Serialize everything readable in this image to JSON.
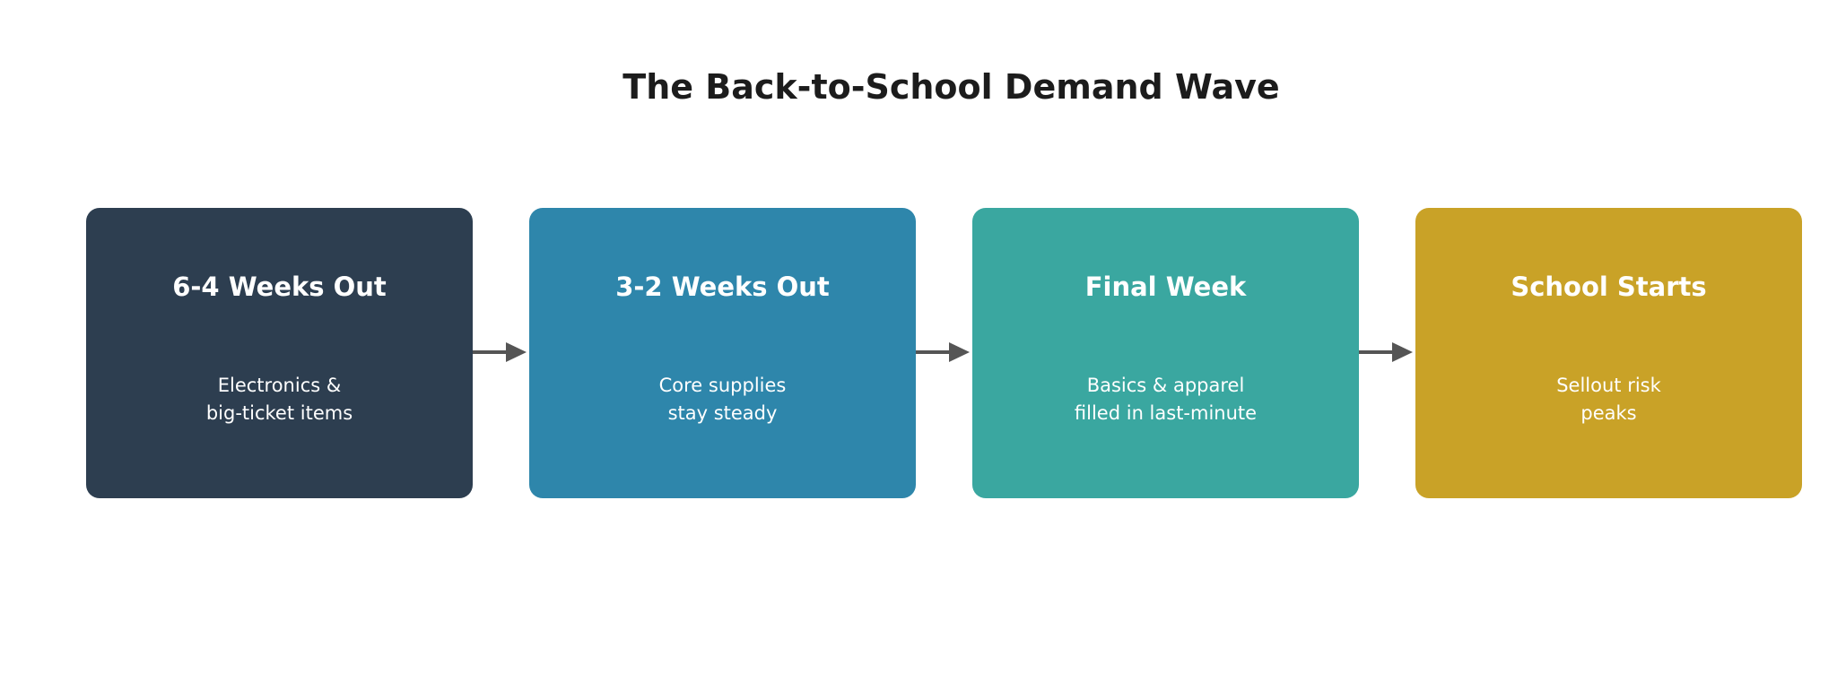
{
  "title": "The Back-to-School Demand Wave",
  "stages": [
    {
      "heading": "6-4 Weeks Out",
      "description_lines": [
        "Electronics &",
        "big-ticket items"
      ],
      "color": "#2d3e50"
    },
    {
      "heading": "3-2 Weeks Out",
      "description_lines": [
        "Core supplies",
        "stay steady"
      ],
      "color": "#2e86ab"
    },
    {
      "heading": "Final Week",
      "description_lines": [
        "Basics & apparel",
        "filled in last-minute"
      ],
      "color": "#3aa7a0"
    },
    {
      "heading": "School Starts",
      "description_lines": [
        "Sellout risk",
        "peaks"
      ],
      "color": "#c9a227"
    }
  ],
  "arrow_color": "#555555"
}
